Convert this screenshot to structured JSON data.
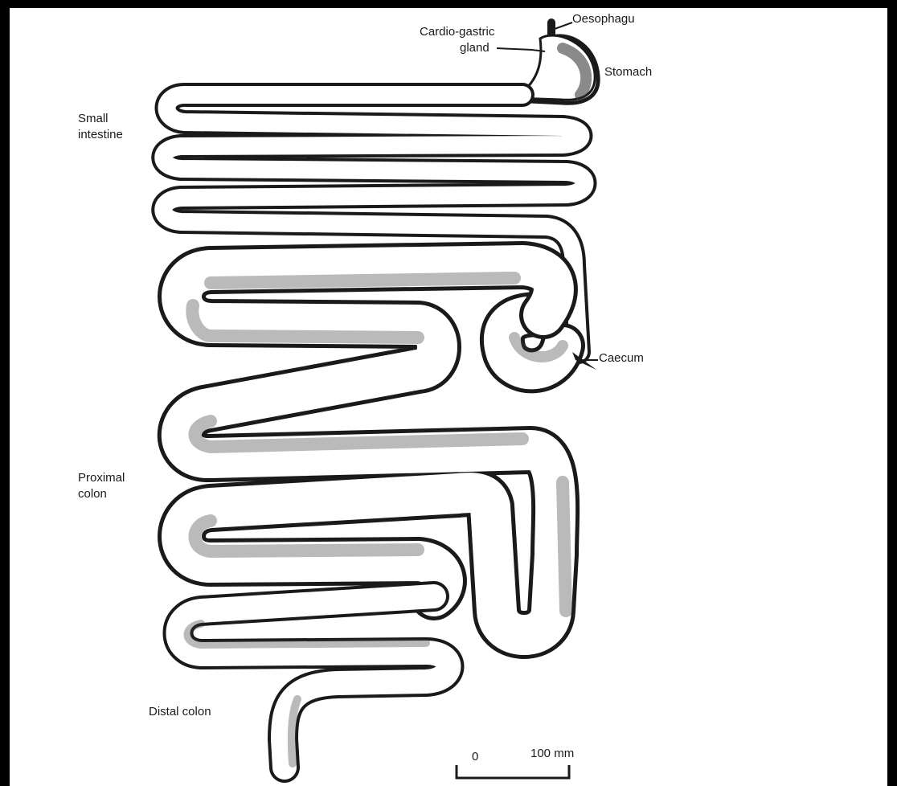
{
  "labels": {
    "oesophagus": "Oesophagu",
    "cardio_gastric_line1": "Cardio-gastric",
    "cardio_gastric_line2": "gland",
    "stomach": "Stomach",
    "small_intestine_line1": "Small",
    "small_intestine_line2": "intestine",
    "caecum": "Caecum",
    "proximal_colon_line1": "Proximal",
    "proximal_colon_line2": "colon",
    "distal_colon": "Distal colon"
  },
  "scale_bar": {
    "zero": "0",
    "length": "100 mm"
  },
  "colors": {
    "ink": "#1a1a1a",
    "paper": "#ffffff",
    "border": "#000000"
  }
}
